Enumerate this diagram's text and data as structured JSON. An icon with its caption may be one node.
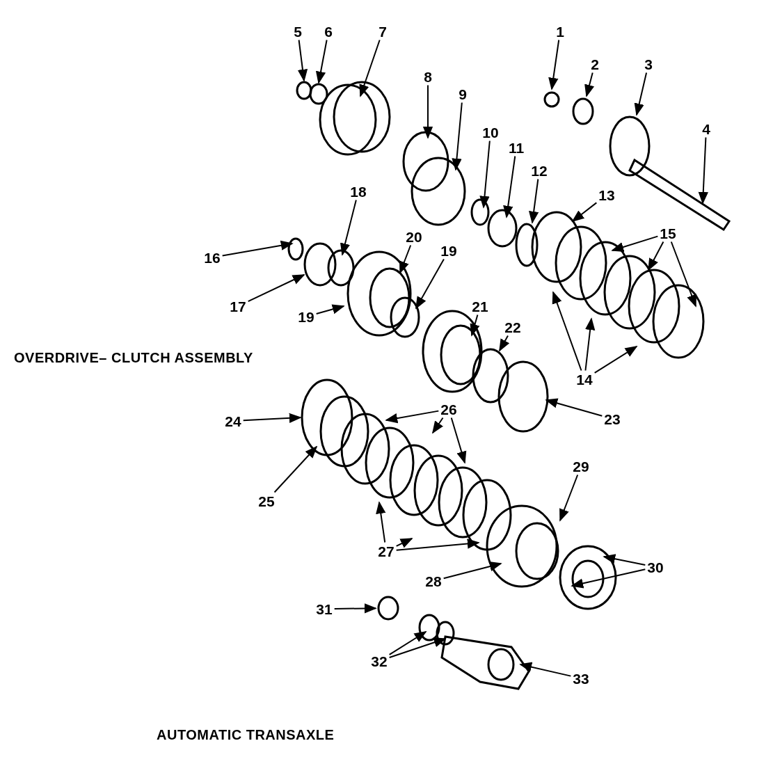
{
  "diagram": {
    "nodes": [
      {
        "text": [
          "1"
        ]
      },
      {
        "text": [
          "2"
        ]
      },
      {
        "text": [
          "3"
        ]
      },
      {
        "text": [
          "4"
        ]
      },
      {
        "text": [
          "5"
        ]
      },
      {
        "text": [
          "6"
        ]
      },
      {
        "text": [
          "7"
        ]
      },
      {
        "text": [
          "8"
        ]
      },
      {
        "text": [
          "9"
        ]
      },
      {
        "text": [
          "10"
        ]
      },
      {
        "text": [
          "11"
        ]
      },
      {
        "text": [
          "12"
        ]
      },
      {
        "text": [
          "13"
        ]
      },
      {
        "text": [
          "14"
        ]
      },
      {
        "text": [
          "15"
        ]
      },
      {
        "text": [
          "16"
        ]
      },
      {
        "text": [
          "17"
        ]
      },
      {
        "text": [
          "18"
        ]
      },
      {
        "text": [
          "19"
        ]
      },
      {
        "text": [
          "19"
        ]
      },
      {
        "text": [
          "20"
        ]
      },
      {
        "text": [
          "21"
        ]
      },
      {
        "text": [
          "22"
        ]
      },
      {
        "text": [
          "23"
        ]
      },
      {
        "text": [
          "24"
        ]
      },
      {
        "text": [
          "25"
        ]
      },
      {
        "text": [
          "26"
        ]
      },
      {
        "text": [
          "27"
        ]
      },
      {
        "text": [
          "28"
        ]
      },
      {
        "text": [
          "29"
        ]
      },
      {
        "text": [
          "30"
        ]
      },
      {
        "text": [
          "31"
        ]
      },
      {
        "text": [
          "32"
        ]
      },
      {
        "text": [
          "33"
        ]
      },
      {
        "text": [],
        "shape": "circle"
      }
    ],
    "edges": [
      {
        "from": 0,
        "to": null,
        "arrow": "to"
      },
      {
        "from": 1,
        "to": null,
        "arrow": "to"
      },
      {
        "from": 2,
        "to": null,
        "arrow": "to"
      },
      {
        "from": 3,
        "to": null,
        "arrow": "to"
      },
      {
        "from": 4,
        "to": null,
        "arrow": "to"
      },
      {
        "from": 5,
        "to": null,
        "arrow": "to"
      },
      {
        "from": 6,
        "to": null,
        "arrow": "to"
      },
      {
        "from": 7,
        "to": null,
        "arrow": "to"
      },
      {
        "from": 8,
        "to": null,
        "arrow": "to"
      },
      {
        "from": 9,
        "to": null,
        "arrow": "to"
      },
      {
        "from": 10,
        "to": null,
        "arrow": "to"
      },
      {
        "from": 11,
        "to": null,
        "arrow": "to"
      },
      {
        "from": 12,
        "to": null,
        "arrow": "to"
      },
      {
        "from": 13,
        "to": null,
        "arrow": "to"
      },
      {
        "from": 13,
        "to": null,
        "arrow": "to"
      },
      {
        "from": 13,
        "to": null,
        "arrow": "to"
      },
      {
        "from": 14,
        "to": null,
        "arrow": "to"
      },
      {
        "from": 14,
        "to": null,
        "arrow": "to"
      },
      {
        "from": 14,
        "to": null,
        "arrow": "to"
      },
      {
        "from": 15,
        "to": null,
        "arrow": "to"
      },
      {
        "from": 16,
        "to": null,
        "arrow": "to"
      },
      {
        "from": 17,
        "to": null,
        "arrow": "to"
      },
      {
        "from": 18,
        "to": null,
        "arrow": "to"
      },
      {
        "from": 19,
        "to": null,
        "arrow": "to"
      },
      {
        "from": 20,
        "to": null,
        "arrow": "to"
      },
      {
        "from": 21,
        "to": null,
        "arrow": "to"
      },
      {
        "from": 22,
        "to": null,
        "arrow": "to"
      },
      {
        "from": 23,
        "to": null,
        "arrow": "to"
      },
      {
        "from": 24,
        "to": null,
        "arrow": "to"
      },
      {
        "from": 25,
        "to": null,
        "arrow": "to"
      },
      {
        "from": 26,
        "to": null,
        "arrow": "to"
      },
      {
        "from": 26,
        "to": null,
        "arrow": "to"
      },
      {
        "from": 26,
        "to": null,
        "arrow": "to"
      },
      {
        "from": 27,
        "to": null,
        "arrow": "to"
      },
      {
        "from": 27,
        "to": null,
        "arrow": "to"
      },
      {
        "from": 27,
        "to": null,
        "arrow": "to"
      },
      {
        "from": 28,
        "to": null,
        "arrow": "to"
      },
      {
        "from": 29,
        "to": null,
        "arrow": "to"
      },
      {
        "from": 30,
        "to": null,
        "arrow": "to"
      },
      {
        "from": 30,
        "to": null,
        "arrow": "to"
      },
      {
        "from": 31,
        "to": 34,
        "arrow": "to"
      },
      {
        "from": 32,
        "to": null,
        "arrow": "to"
      },
      {
        "from": 32,
        "to": null,
        "arrow": "to"
      },
      {
        "from": 33,
        "to": null,
        "arrow": "to"
      }
    ],
    "labels": [
      "OVERDRIVE– CLUTCH ASSEMBLY",
      "AUTOMATIC TRANSAXLE"
    ]
  }
}
